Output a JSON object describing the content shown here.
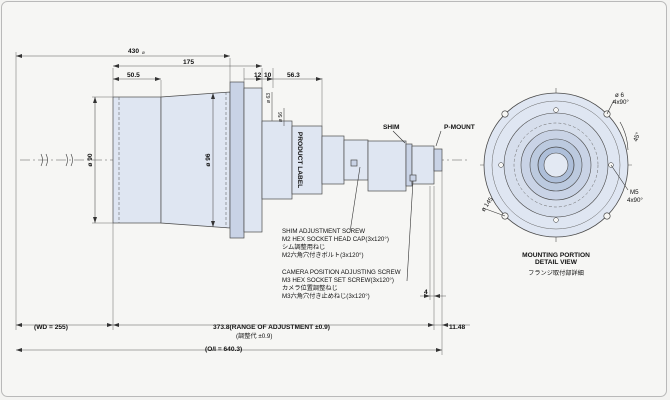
{
  "dimensions": {
    "overall_length": "430",
    "overall_length_unit": "ø",
    "front_to_flange": "175",
    "front_section": "50.5",
    "flange_thickness": "12",
    "flange_gap": "10",
    "rear_section": "56.3",
    "dia_front": "ø 90",
    "dia_cone": "ø 96",
    "dia_flange_small": "ø 63",
    "dia_mid": "ø 56",
    "wd": "(WD = 255)",
    "range_adjustment": "373.8(RANGE OF ADJUSTMENT ±0.9)",
    "range_adjustment_jp": "(調整代 ±0.9)",
    "rear_length": "11.48",
    "small_gap": "4",
    "oal": "(O/I = 640.3)"
  },
  "labels": {
    "product_label": "PRODUCT LABEL",
    "shim": "SHIM",
    "p_mount": "P-MOUNT",
    "shim_screw_1": "SHIM ADJUSTMENT SCREW",
    "shim_screw_2": "M2 HEX SOCKET HEAD CAP(3x120°)",
    "shim_screw_3": "シム調整用ねじ",
    "shim_screw_4": "M2六角穴付きボルト(3x120°)",
    "cam_screw_1": "CAMERA POSITION ADJUSTING SCREW",
    "cam_screw_2": "M3 HEX SOCKET SET SCREW(3x120°)",
    "cam_screw_3": "カメラ位置調整ねじ",
    "cam_screw_4": "M3六角穴付き止めねじ(3x120°)",
    "detail_title_1": "MOUNTING PORTION",
    "detail_title_2": "DETAIL VIEW",
    "detail_title_jp": "フランジ取付部詳細"
  },
  "detail": {
    "hole_dia": "ø 6",
    "hole_pattern": "4x90°",
    "angle": "45°",
    "thread": "M5",
    "thread_pattern": "4x90°",
    "pcd": "ø 145"
  }
}
